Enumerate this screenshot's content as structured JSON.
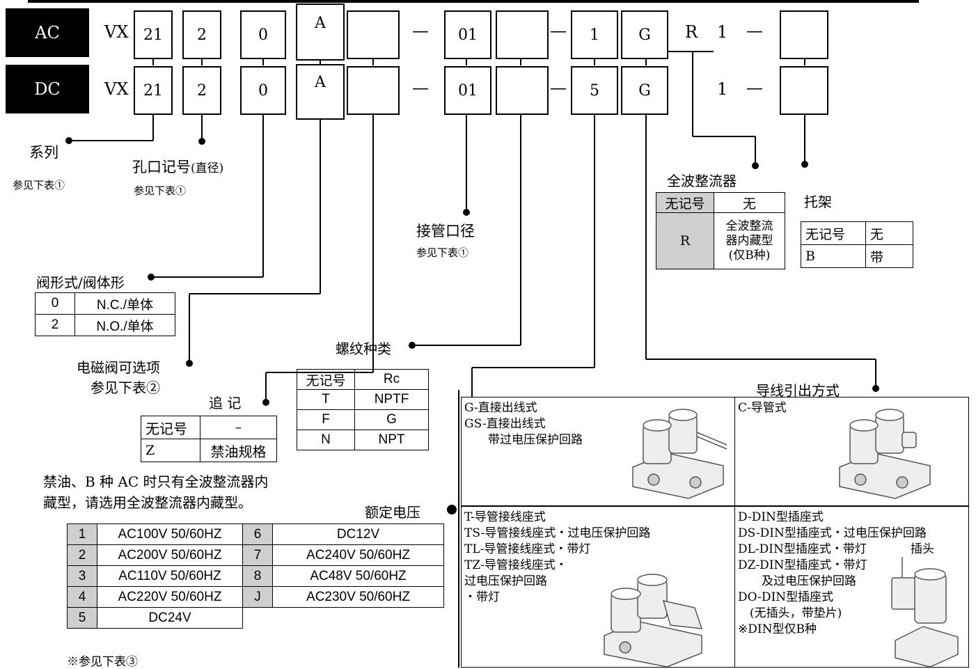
{
  "row_ac": {
    "label": "AC",
    "vx": "VX",
    "orifice_series": "21",
    "orifice": "2",
    "valve": "0",
    "option": "A",
    "dash": "—",
    "port": "01",
    "voltage": "1",
    "lead": "G",
    "rectifier": "R",
    "bracket_prefix": "1"
  },
  "row_dc": {
    "label": "DC",
    "vx": "VX",
    "orifice_series": "21",
    "orifice": "2",
    "valve": "0",
    "option": "A",
    "dash": "—",
    "port": "01",
    "voltage": "5",
    "lead": "G",
    "bracket_prefix": "1"
  },
  "labels": {
    "series": "系列",
    "series_ref": "参见下表①",
    "orifice": "孔口记号",
    "orifice_paren": "(直径)",
    "orifice_ref": "参见下表①",
    "port": "接管口径",
    "port_ref": "参见下表①",
    "rectifier": "全波整流器",
    "bracket": "托架",
    "valve_type": "阀形式/阀体形",
    "solenoid_option": "电磁阀可选项",
    "solenoid_option_ref": "参见下表②",
    "thread": "螺纹种类",
    "suffix": "追 记",
    "voltage": "额定电压",
    "voltage_ref": "※参见下表③",
    "lead_method": "导线引出方式",
    "note_line1": "禁油、B 种 AC 时只有全波整流器内",
    "note_line2": "藏型，请选用全波整流器内藏型。"
  },
  "rectifier_table": [
    [
      "无记号",
      "无"
    ],
    [
      "R",
      "全波整流器内藏型(仅B种)"
    ]
  ],
  "rectifier_r_lines": [
    "全波整流",
    "器内藏型",
    "(仅B种)"
  ],
  "bracket_table": [
    [
      "无记号",
      "无"
    ],
    [
      "B",
      "带"
    ]
  ],
  "valve_table": [
    [
      "0",
      "N.C./单体"
    ],
    [
      "2",
      "N.O./单体"
    ]
  ],
  "thread_table": [
    [
      "无记号",
      "Rc"
    ],
    [
      "T",
      "NPTF"
    ],
    [
      "F",
      "G"
    ],
    [
      "N",
      "NPT"
    ]
  ],
  "suffix_table": [
    [
      "无记号",
      "–"
    ],
    [
      "Z",
      "禁油规格"
    ]
  ],
  "voltage_table": [
    [
      "1",
      "AC100V 50/60HZ",
      "6",
      "DC12V"
    ],
    [
      "2",
      "AC200V 50/60HZ",
      "7",
      "AC240V 50/60HZ"
    ],
    [
      "3",
      "AC110V 50/60HZ",
      "8",
      "AC48V  50/60HZ"
    ],
    [
      "4",
      "AC220V 50/60HZ",
      "J",
      "AC230V 50/60HZ"
    ],
    [
      "5",
      "DC24V",
      "",
      ""
    ]
  ],
  "lead_panels": {
    "g": [
      "G-直接出线式",
      "GS-直接出线式",
      "　　带过电压保护回路"
    ],
    "c": [
      "C-导管式"
    ],
    "t": [
      "T-导管接线座式",
      "TS-导管接线座式・过电压保护回路",
      "TL-导管接线座式・带灯",
      "TZ-导管接线座式・",
      "过电压保护回路",
      "・带灯"
    ],
    "d": [
      "D-DIN型插座式",
      "DS-DIN型插座式・过电压保护回路",
      "DL-DIN型插座式・带灯",
      "DZ-DIN型插座式・带灯",
      "　　及过电压保护回路",
      "DO-DIN型插座式",
      "　(无插头，带垫片)",
      "※DIN型仅B种"
    ],
    "plug": "插头"
  }
}
